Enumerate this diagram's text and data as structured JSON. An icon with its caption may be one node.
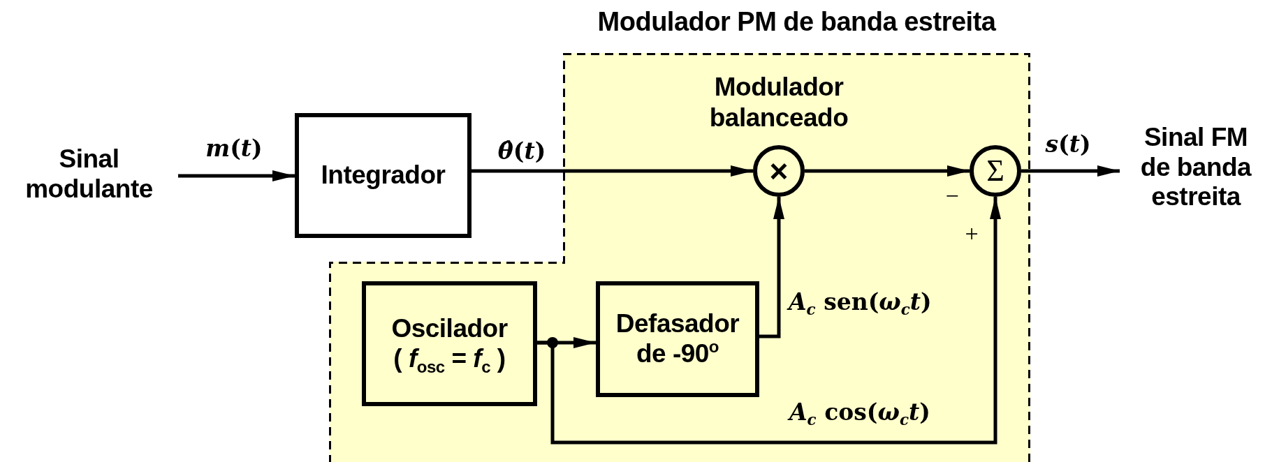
{
  "diagram": {
    "title": "Modulador PM de banda estreita",
    "nodes": [
      {
        "text": [],
        "shape": "box"
      },
      {
        "text": [
          "Sinal modulante"
        ]
      },
      {
        "text": [
          "Integrador"
        ]
      },
      {
        "text": [
          "×"
        ],
        "in": 0,
        "beside": [
          "Modulador balanceado"
        ]
      },
      {
        "text": [
          "Σ"
        ],
        "in": 0,
        "beside": [
          "−",
          "+"
        ]
      },
      {
        "text": [
          "Sinal FM de banda estreita"
        ]
      },
      {
        "text": [
          "Oscilador",
          "( *f*$_{osc}$ = *f*$_{c}$ )"
        ],
        "in": 0
      },
      {
        "text": [
          "Defasador de -90$^{o}$"
        ],
        "in": 0
      }
    ],
    "edges": [
      {
        "from": 1,
        "to": 2,
        "arrow": "to",
        "label": "*m*(*t*)"
      },
      {
        "from": 2,
        "to": 3,
        "arrow": "to",
        "label": "*θ̂*(*t*)"
      },
      {
        "from": 3,
        "to": 4,
        "arrow": "to"
      },
      {
        "from": 4,
        "to": 5,
        "arrow": "to",
        "label": "*s*(*t*)"
      },
      {
        "from": 6,
        "to": 7,
        "arrow": "to"
      },
      {
        "from": 7,
        "to": 3,
        "arrow": "to",
        "label": "*A*$_{c}$ sen(*ω*$_{c}$*t*)"
      },
      {
        "from": 6,
        "to": 4,
        "arrow": "to",
        "label": "*A*$_{c}$ cos(*ω*$_{c}$*t*)"
      }
    ]
  }
}
